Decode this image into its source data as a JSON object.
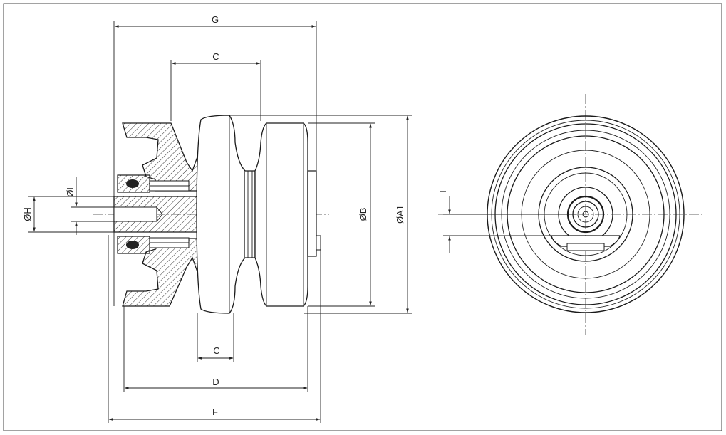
{
  "drawing": {
    "dimensions": {
      "G": "G",
      "C_top": "C",
      "C_bottom": "C",
      "D": "D",
      "F": "F",
      "L": "ØL",
      "H": "ØH",
      "B": "ØB",
      "A1": "ØA1",
      "T": "T"
    },
    "colors": {
      "line": "#1a1a1a",
      "hatch": "#333333",
      "border": "#444444"
    }
  }
}
